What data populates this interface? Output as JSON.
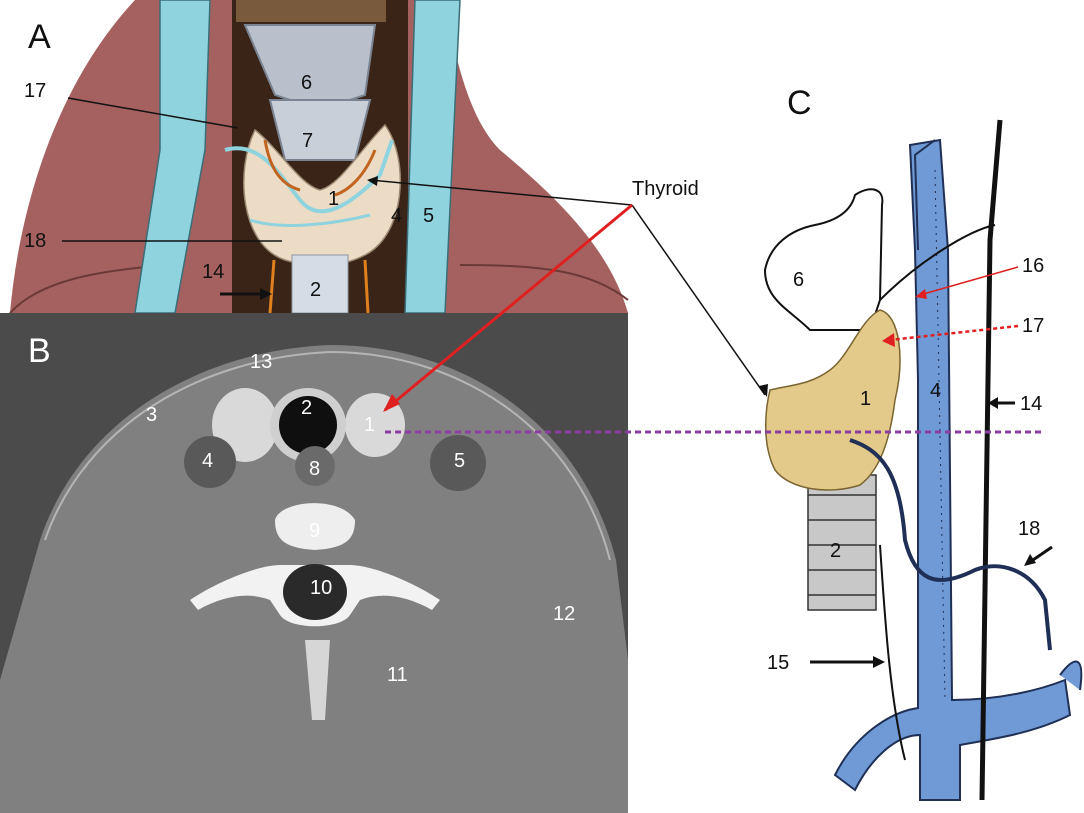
{
  "panels": {
    "a": "A",
    "b": "B",
    "c": "C"
  },
  "thyroid_label": "Thyroid",
  "panel_a_labels": [
    "6",
    "7",
    "1",
    "4",
    "5",
    "2",
    "17",
    "18",
    "14"
  ],
  "panel_b_labels": [
    "13",
    "3",
    "2",
    "1",
    "4",
    "8",
    "5",
    "9",
    "10",
    "12",
    "11"
  ],
  "panel_c_labels": [
    "6",
    "16",
    "17",
    "1",
    "4",
    "14",
    "18",
    "2",
    "15"
  ],
  "colors": {
    "ct_background": "#4b4b4b",
    "muscle": "#a5615f",
    "vein_blue": "#8fd3de",
    "thyroid": "#e8d6a0",
    "thyroid_c": "#e3c98a",
    "carotid_c": "#6f9ad6",
    "red_arrow": "#e02020",
    "purple_line": "#8a3fa0"
  },
  "icons": [
    "arrow-icon",
    "dashed-arrow-icon"
  ]
}
